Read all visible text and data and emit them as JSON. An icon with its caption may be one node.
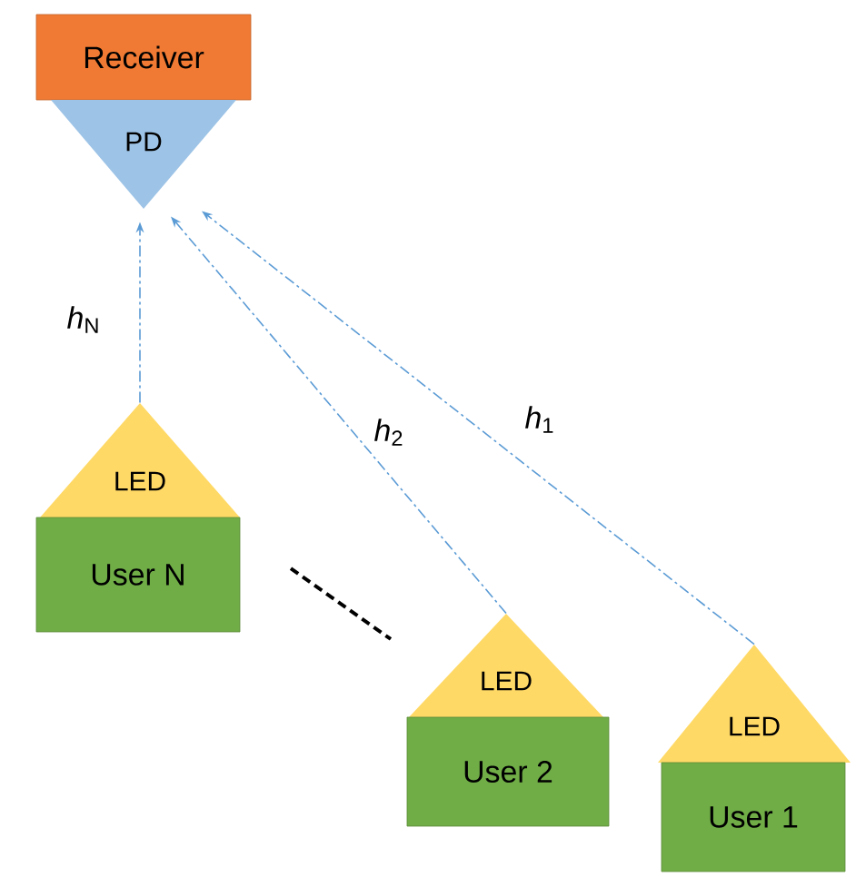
{
  "diagram": {
    "nodes": [
      {
        "text": [
          "Receiver"
        ]
      },
      {
        "text": [
          "PD"
        ]
      },
      {
        "text": [
          "LED"
        ]
      },
      {
        "text": [
          "User N"
        ]
      },
      {
        "text": [
          "LED"
        ]
      },
      {
        "text": [
          "User 2"
        ]
      },
      {
        "text": [
          "LED"
        ]
      },
      {
        "text": [
          "User 1"
        ]
      }
    ],
    "edges": [
      {
        "from": 2,
        "to": 1,
        "arrow": "to",
        "label": "*h*$_{N}$",
        "style": "dashed"
      },
      {
        "from": 4,
        "to": 1,
        "arrow": "to",
        "label": "*h*$_{2}$",
        "style": "dashed"
      },
      {
        "from": 6,
        "to": 1,
        "arrow": "to",
        "label": "*h*$_{1}$",
        "style": "dashed"
      }
    ]
  }
}
